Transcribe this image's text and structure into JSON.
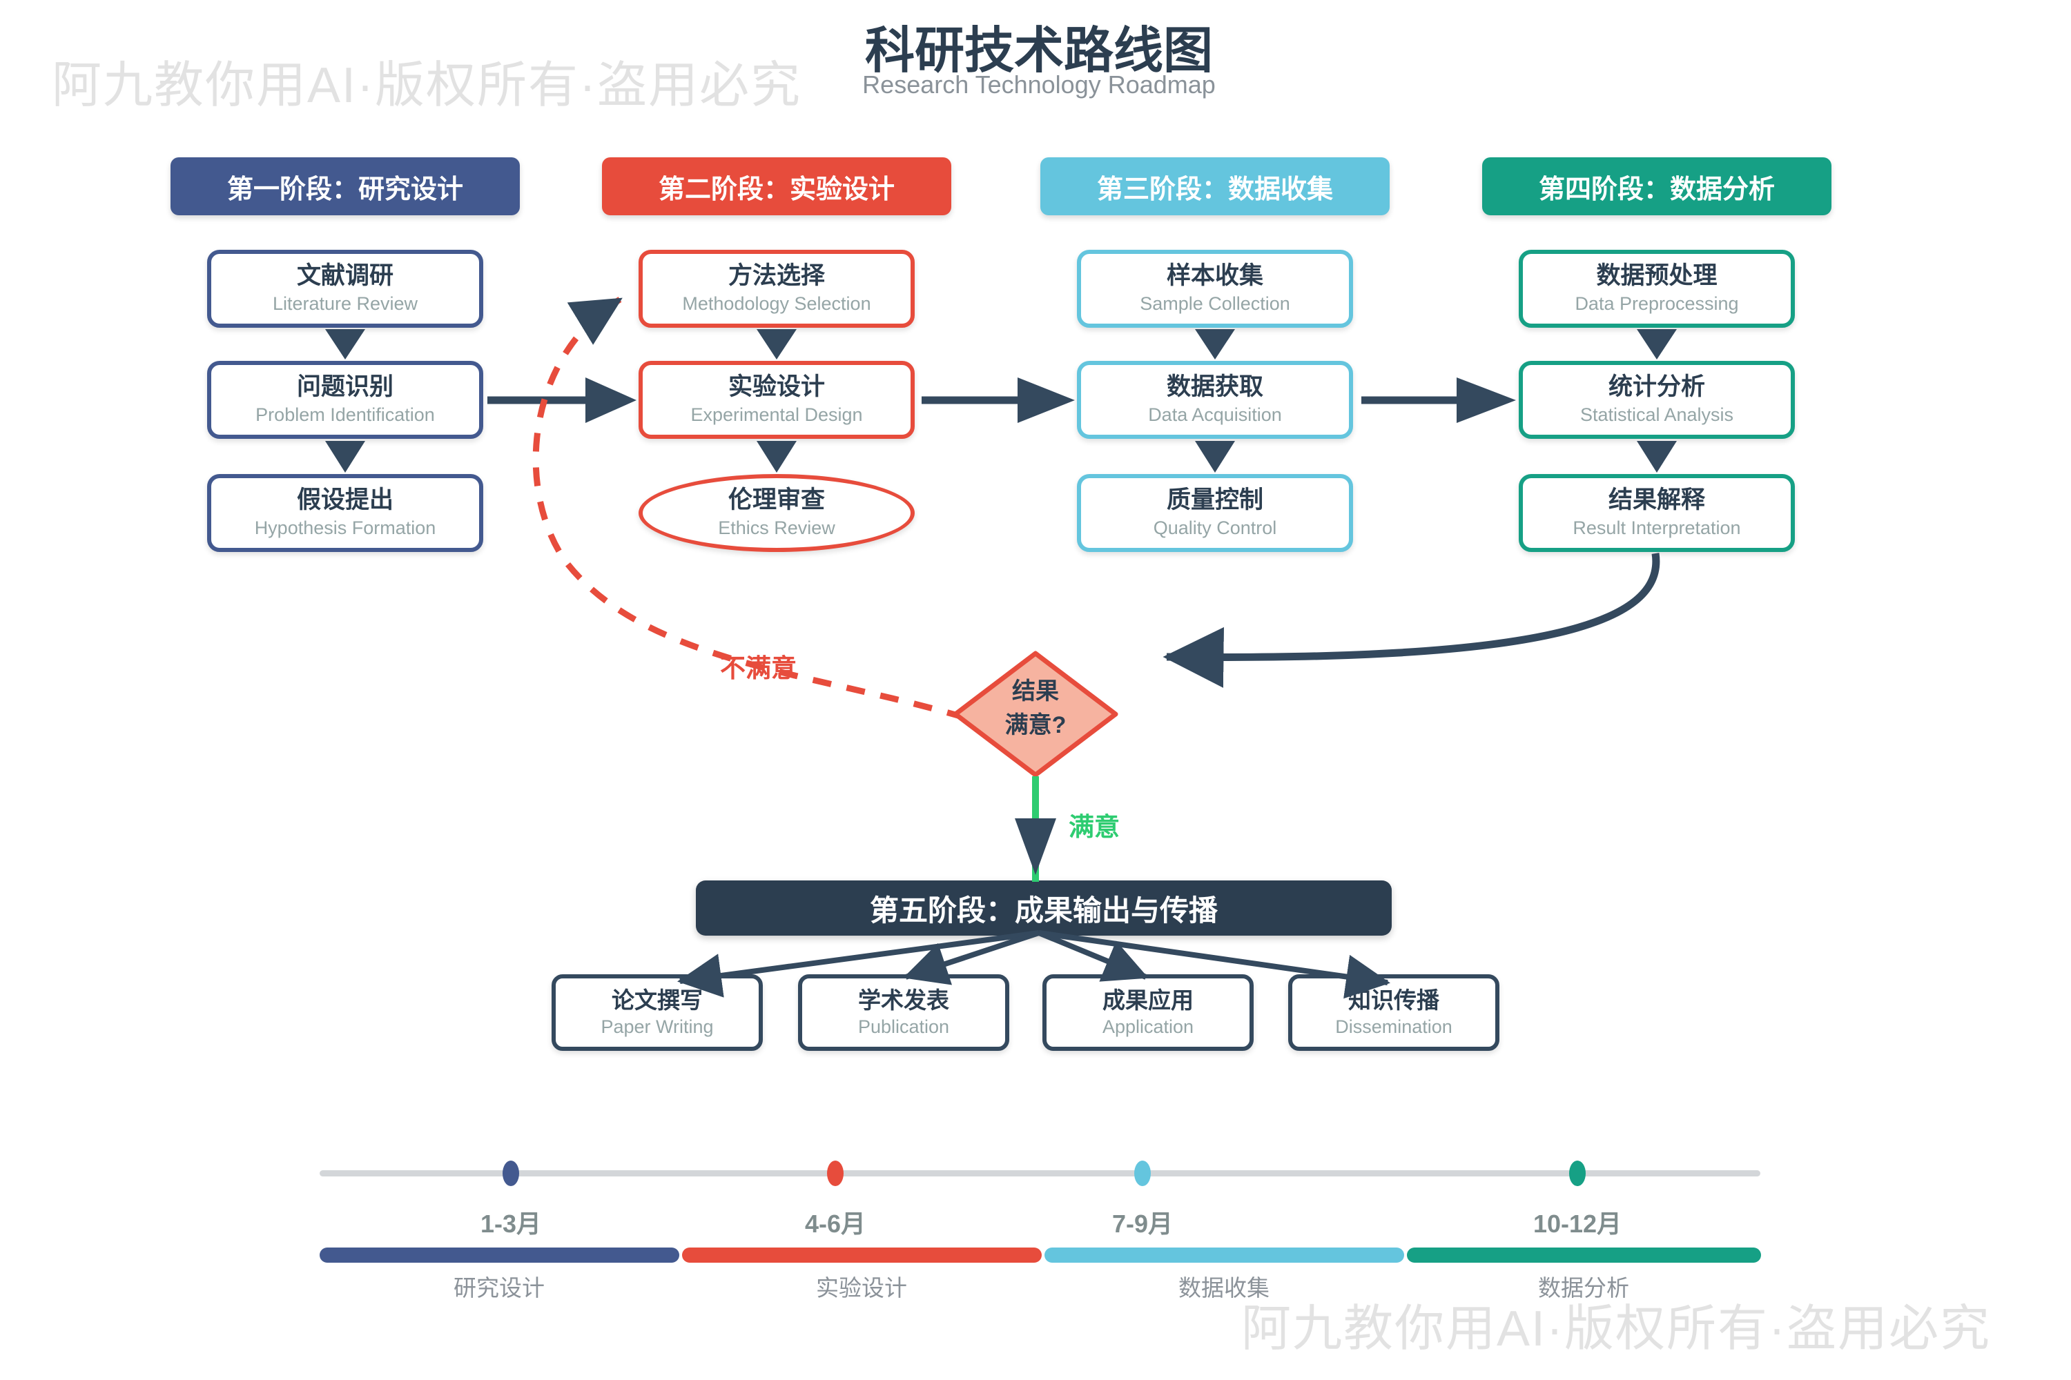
{
  "watermark": {
    "text": "阿九教你用AI·版权所有·盗用必究"
  },
  "header": {
    "title_zh": "科研技术路线图",
    "title_en": "Research Technology Roadmap"
  },
  "phases": [
    {
      "label": "第一阶段：研究设计",
      "color": "#43598f",
      "steps": [
        {
          "zh": "文献调研",
          "en": "Literature Review"
        },
        {
          "zh": "问题识别",
          "en": "Problem Identification"
        },
        {
          "zh": "假设提出",
          "en": "Hypothesis Formation"
        }
      ]
    },
    {
      "label": "第二阶段：实验设计",
      "color": "#e74c3c",
      "steps": [
        {
          "zh": "方法选择",
          "en": "Methodology Selection"
        },
        {
          "zh": "实验设计",
          "en": "Experimental Design"
        },
        {
          "zh": "伦理审查",
          "en": "Ethics Review"
        }
      ]
    },
    {
      "label": "第三阶段：数据收集",
      "color": "#64c5de",
      "steps": [
        {
          "zh": "样本收集",
          "en": "Sample Collection"
        },
        {
          "zh": "数据获取",
          "en": "Data Acquisition"
        },
        {
          "zh": "质量控制",
          "en": "Quality Control"
        }
      ]
    },
    {
      "label": "第四阶段：数据分析",
      "color": "#16a085",
      "steps": [
        {
          "zh": "数据预处理",
          "en": "Data Preprocessing"
        },
        {
          "zh": "统计分析",
          "en": "Statistical Analysis"
        },
        {
          "zh": "结果解释",
          "en": "Result Interpretation"
        }
      ]
    }
  ],
  "decision": {
    "line1": "结果",
    "line2": "满意?",
    "yes_label": "满意",
    "no_label": "不满意",
    "yes_color": "#2ecc71",
    "no_color": "#e74c3c",
    "fill": "#f6b3a0",
    "border": "#e74c3c"
  },
  "phase5": {
    "label": "第五阶段：成果输出与传播",
    "color": "#2c3e50",
    "outputs": [
      {
        "zh": "论文撰写",
        "en": "Paper Writing"
      },
      {
        "zh": "学术发表",
        "en": "Publication"
      },
      {
        "zh": "成果应用",
        "en": "Application"
      },
      {
        "zh": "知识传播",
        "en": "Dissemination"
      }
    ]
  },
  "timeline": {
    "milestones": [
      {
        "label": "1-3月",
        "color": "#43598f"
      },
      {
        "label": "4-6月",
        "color": "#e74c3c"
      },
      {
        "label": "7-9月",
        "color": "#64c5de"
      },
      {
        "label": "10-12月",
        "color": "#16a085"
      }
    ],
    "segments": [
      {
        "label": "研究设计",
        "color": "#43598f"
      },
      {
        "label": "实验设计",
        "color": "#e74c3c"
      },
      {
        "label": "数据收集",
        "color": "#64c5de"
      },
      {
        "label": "数据分析",
        "color": "#16a085"
      }
    ]
  }
}
